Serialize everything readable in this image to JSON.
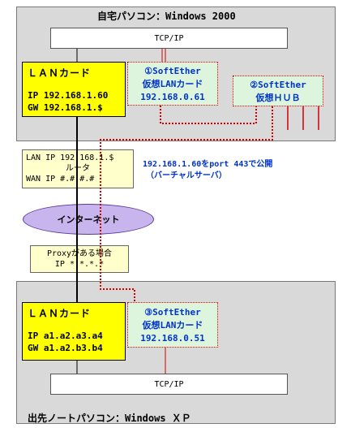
{
  "home_pc": {
    "title": "自宅パソコン：Windows 2000",
    "tcpip": "TCP/IP",
    "lan_card": {
      "heading": "ＬＡＮカード",
      "ip": "IP 192.168.1.60",
      "gw": "GW 192.168.1.$"
    },
    "virtual_lan": {
      "line1": "①SoftEther",
      "line2": "仮想LANカード",
      "line3": "192.168.0.61"
    },
    "virtual_hub": {
      "line1": "②SoftEther",
      "line2": "仮想ＨＵＢ"
    }
  },
  "router": {
    "line1": "LAN IP 192.168.1.$",
    "line2": "ルータ",
    "line3": "WAN IP #.#.#.#"
  },
  "port_note": {
    "line1": "192.168.1.60をport 443で公開",
    "line2": "（バーチャルサーバ）"
  },
  "internet": "インターネット",
  "proxy": {
    "line1": "Proxyがある場合",
    "line2": "IP *.*.*.*"
  },
  "remote_pc": {
    "title": "出先ノートパソコン：Windows ＸＰ",
    "tcpip": "TCP/IP",
    "lan_card": {
      "heading": "ＬＡＮカード",
      "ip": "IP a1.a2.a3.a4",
      "gw": "GW a1.a2.b3.b4"
    },
    "virtual_lan": {
      "line1": "③SoftEther",
      "line2": "仮想LANカード",
      "line3": "192.168.0.51"
    }
  }
}
